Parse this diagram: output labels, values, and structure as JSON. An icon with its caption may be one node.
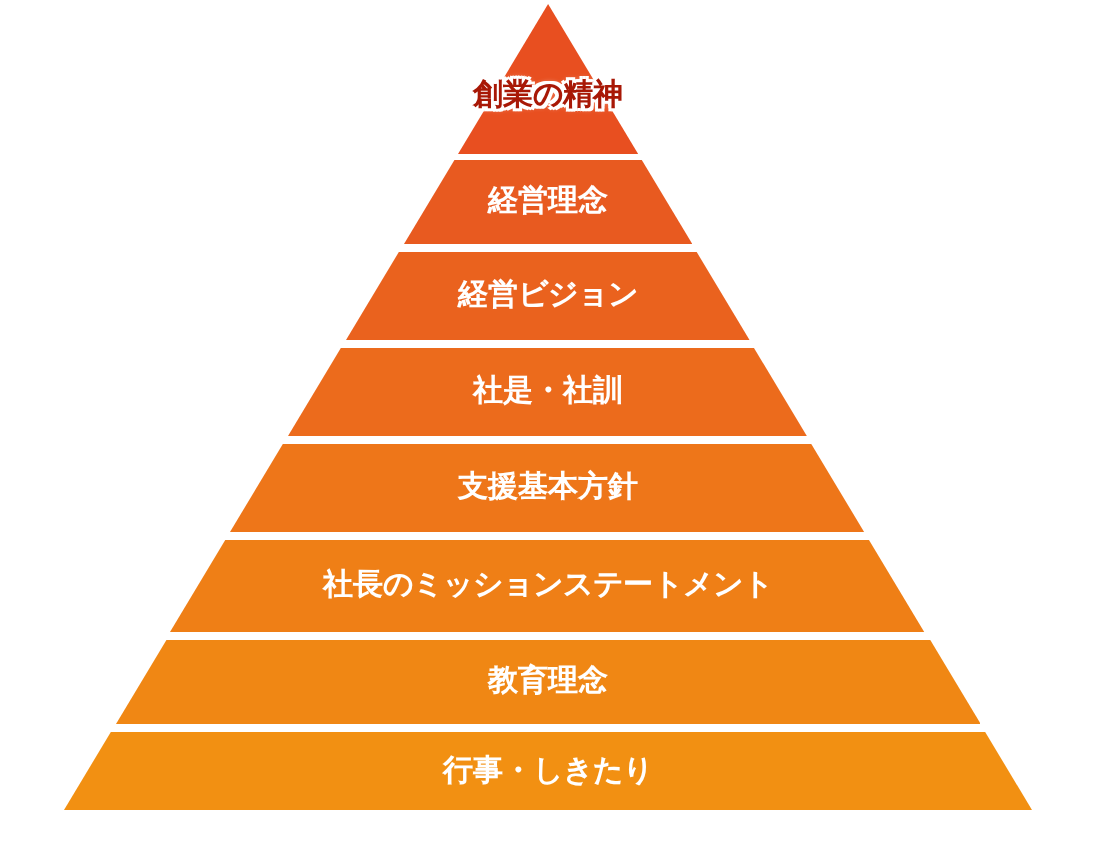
{
  "diagram": {
    "nodes": [
      {
        "text": [
          "創業の精神"
        ]
      },
      {
        "text": [
          "経営理念"
        ]
      },
      {
        "text": [
          "経営ビジョン"
        ]
      },
      {
        "text": [
          "社是・社訓"
        ]
      },
      {
        "text": [
          "支援基本方針"
        ]
      },
      {
        "text": [
          "社長のミッションステートメント"
        ]
      },
      {
        "text": [
          "教育理念"
        ]
      },
      {
        "text": [
          "行事・しきたり"
        ]
      }
    ]
  }
}
